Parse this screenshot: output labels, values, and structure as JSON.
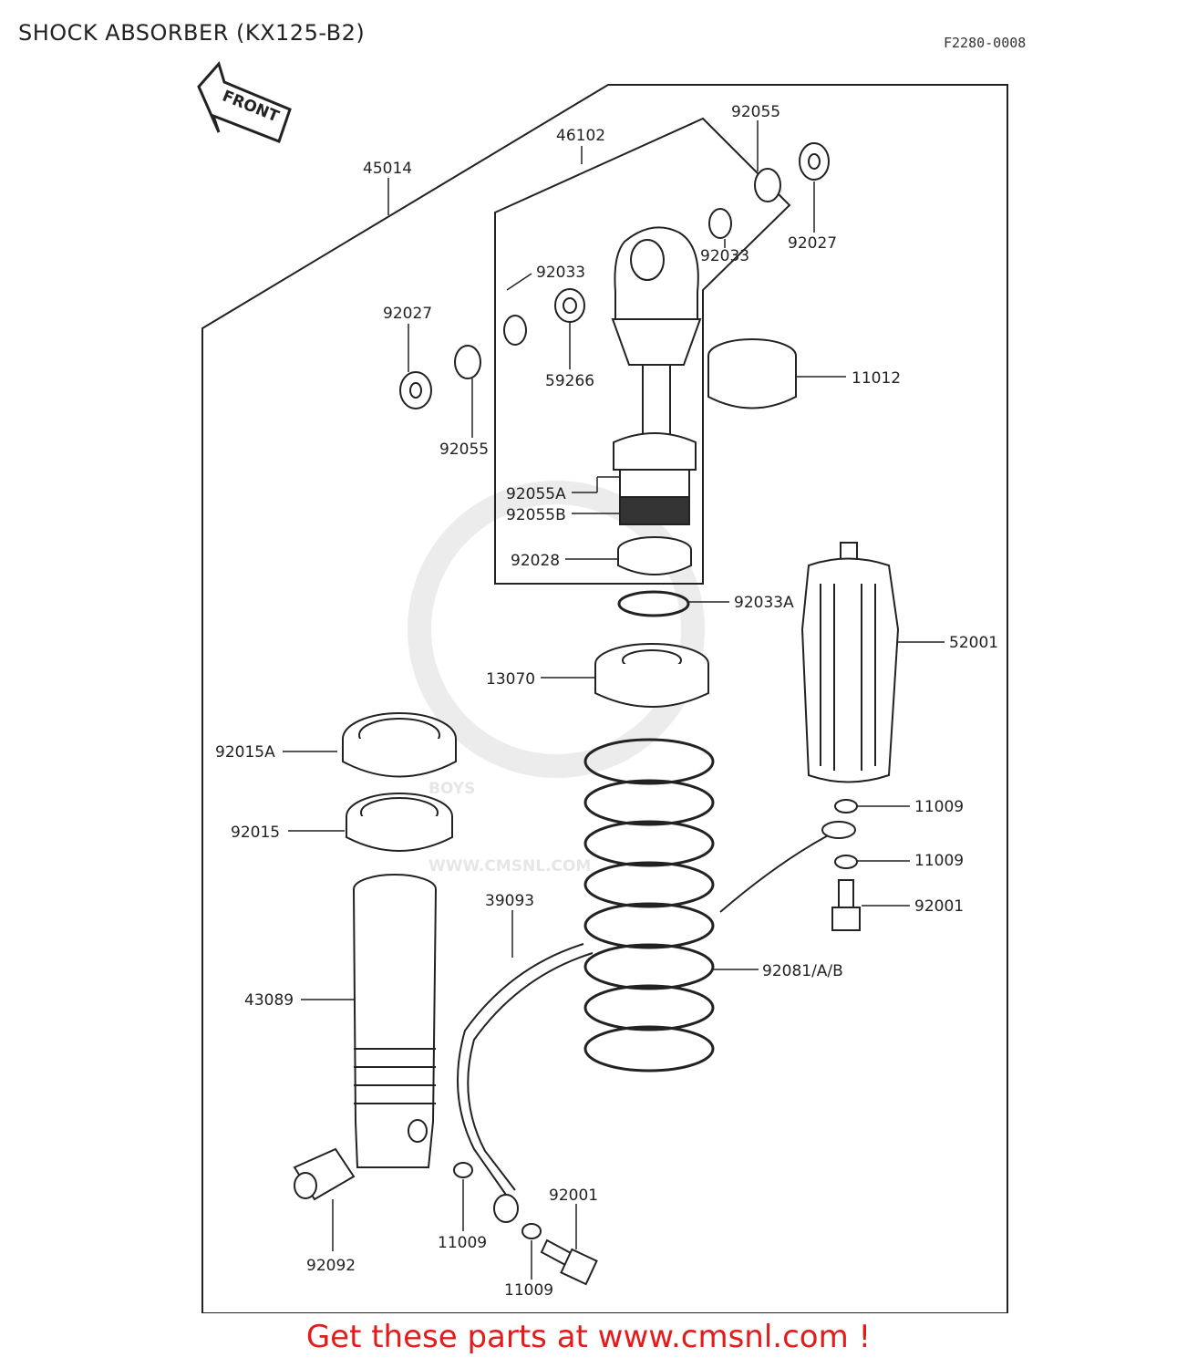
{
  "title": "SHOCK ABSORBER (KX125-B2)",
  "diagram_code": "F2280-0008",
  "front_label": "FRONT",
  "watermark": {
    "brand": "BOYS",
    "url": "WWW.CMSNL.COM"
  },
  "footer": "Get these parts at www.cmsnl.com !",
  "parts": {
    "p45014": "45014",
    "p46102": "46102",
    "p92055_top": "92055",
    "p92027_top": "92027",
    "p92033_right": "92033",
    "p92033_left": "92033",
    "p59266": "59266",
    "p92027_left": "92027",
    "p92055_left": "92055",
    "p11012": "11012",
    "p92055A": "92055A",
    "p92055B": "92055B",
    "p92028": "92028",
    "p92033A": "92033A",
    "p52001": "52001",
    "p13070": "13070",
    "p92015A": "92015A",
    "p92015": "92015",
    "p11009_a": "11009",
    "p11009_b": "11009",
    "p92001_right": "92001",
    "p39093": "39093",
    "p43089": "43089",
    "p92081": "92081/A/B",
    "p92092": "92092",
    "p11009_c": "11009",
    "p92001_bottom": "92001",
    "p11009_d": "11009"
  }
}
